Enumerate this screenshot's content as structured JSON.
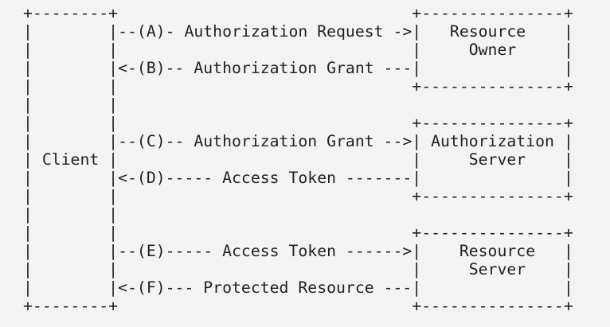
{
  "diagram": {
    "lines": [
      "+--------+                               +---------------+",
      "|        |--(A)- Authorization Request ->|   Resource    |",
      "|        |                               |     Owner     |",
      "|        |<-(B)-- Authorization Grant ---|               |",
      "|        |                               +---------------+",
      "|        |",
      "|        |                               +---------------+",
      "|        |--(C)-- Authorization Grant -->| Authorization |",
      "| Client |                               |     Server    |",
      "|        |<-(D)----- Access Token -------|               |",
      "|        |                               +---------------+",
      "|        |",
      "|        |                               +---------------+",
      "|        |--(E)----- Access Token ------>|    Resource   |",
      "|        |                               |     Server    |",
      "|        |<-(F)--- Protected Resource ---|               |",
      "+--------+                               +---------------+"
    ]
  }
}
